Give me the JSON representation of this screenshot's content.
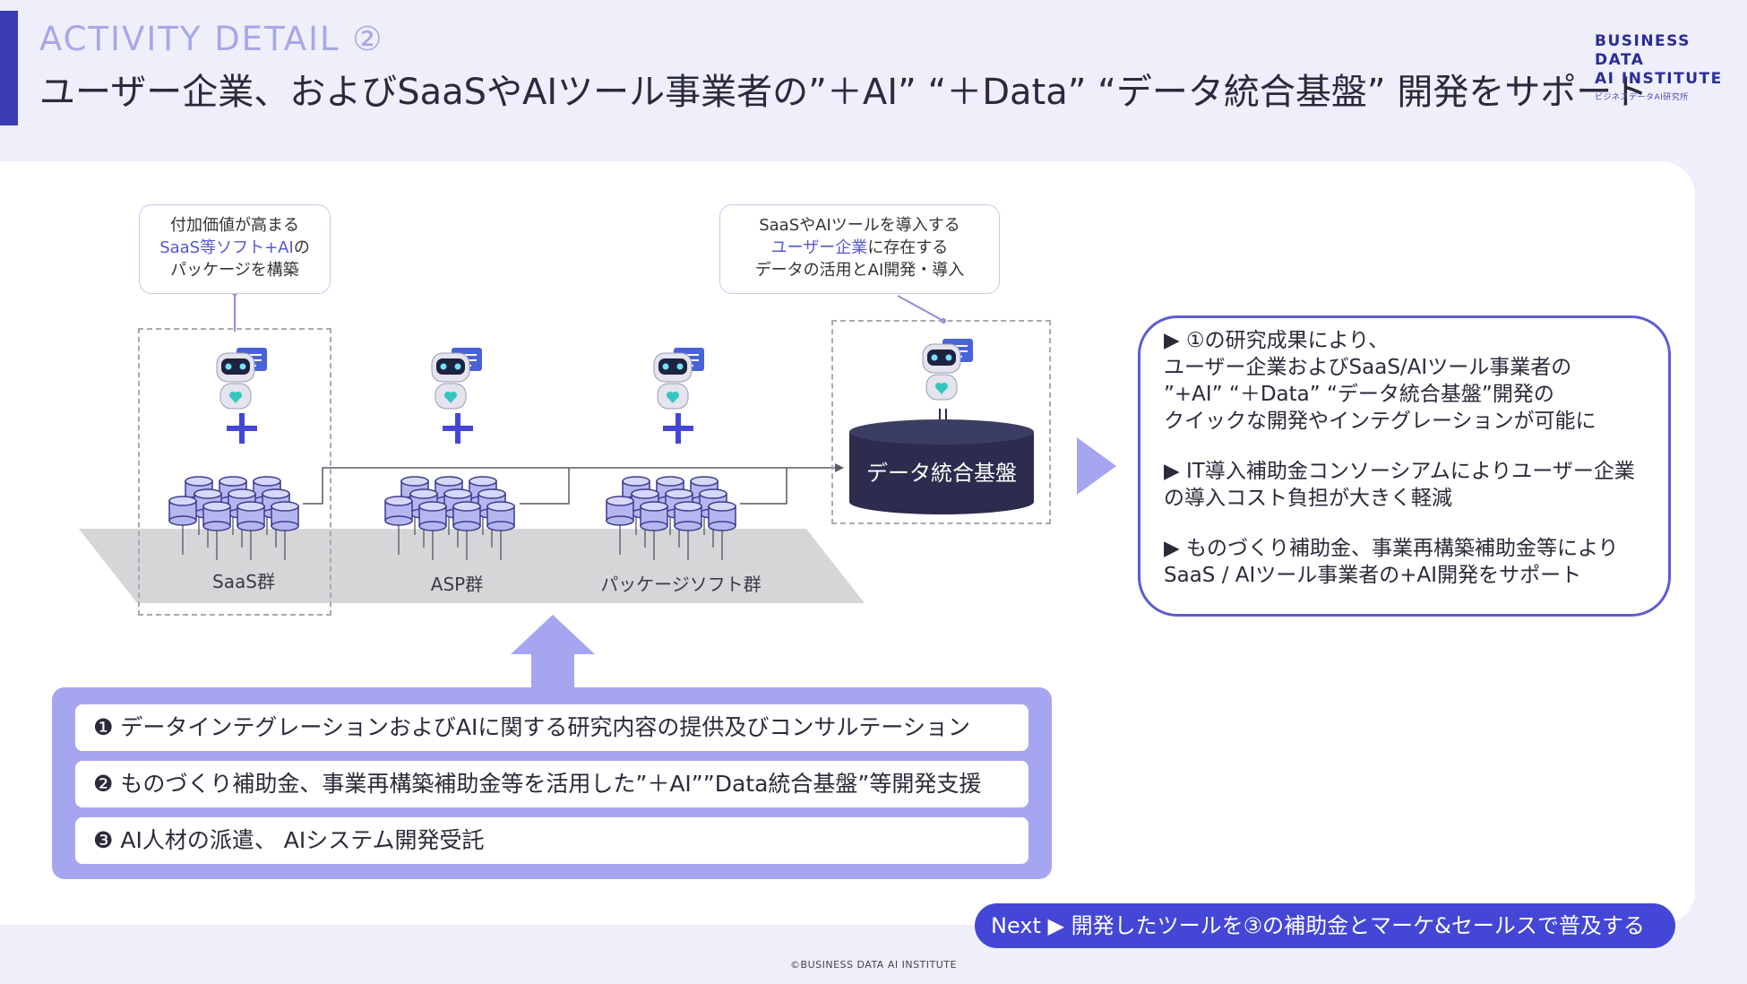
{
  "header": {
    "subtitle": "ACTIVITY DETAIL ②",
    "title": "ユーザー企業、およびSaaSやAIツール事業者の”＋AI” “＋Data” “データ統合基盤” 開発をサポート"
  },
  "logo": {
    "line1": "BUSINESS",
    "line2": "DATA",
    "line3": "AI INSTITUTE",
    "line4": "ビジネスデータAI研究所"
  },
  "diagram": {
    "callout_left": {
      "line1": "付加価値が高まる",
      "line2": "SaaS等ソフト+AI",
      "line2_suffix": "の",
      "line3": "パッケージを構築"
    },
    "callout_right": {
      "line1": "SaaSやAIツールを導入する",
      "line2": "ユーザー企業",
      "line2_suffix": "に存在する",
      "line3": "データの活用とAI開発・導入"
    },
    "groups": [
      "SaaS群",
      "ASP群",
      "パッケージソフト群"
    ],
    "database_label": "データ統合基盤"
  },
  "summary": {
    "items": [
      "▶ ①の研究成果により、\nユーザー企業およびSaaS/AIツール事業者の\n”+AI” “＋Data” “データ統合基盤”開発の\nクイックな開発やインテグレーションが可能に",
      "▶ IT導入補助金コンソーシアムによりユーザー企業の導入コスト負担が大きく軽減",
      "▶ ものづくり補助金、事業再構築補助金等により\nSaaS / AIツール事業者の+AI開発をサポート"
    ]
  },
  "support": {
    "items": [
      "❶ データインテグレーションおよびAIに関する研究内容の提供及びコンサルテーション",
      "❷ ものづくり補助金、事業再構築補助金等を活用した”＋AI””Data統合基盤”等開発支援",
      "❸ AI人材の派遣、 AIシステム開発受託"
    ]
  },
  "next": {
    "label": "Next ▶ 開発したツールを③の補助金とマーケ&セールスで普及する"
  },
  "footer": {
    "copyright": "©BUSINESS DATA AI INSTITUTE"
  },
  "colors": {
    "accent": "#3a3bb5",
    "highlight": "#5557d6",
    "support_bg": "#a5a6ef",
    "database": "#2b2c4e"
  }
}
